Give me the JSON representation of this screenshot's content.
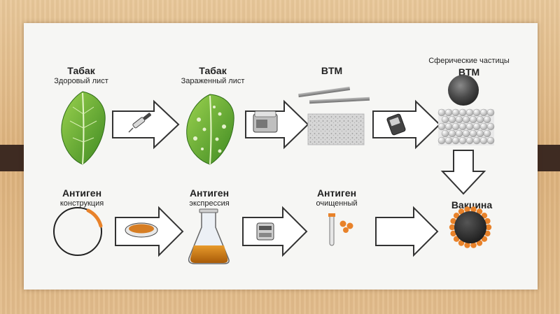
{
  "diagram": {
    "top_row": [
      {
        "title": "Табак",
        "subtitle": "Здоровый лист"
      },
      {
        "title": "Табак",
        "subtitle": "Зараженный лист"
      },
      {
        "title": "BTM",
        "subtitle": ""
      },
      {
        "title": "BTM",
        "subtitle": "Сферические частицы"
      }
    ],
    "bottom_row": [
      {
        "title": "Антиген",
        "subtitle": "конструкция"
      },
      {
        "title": "Антиген",
        "subtitle": "экспрессия"
      },
      {
        "title": "Антиген",
        "subtitle": "очищенный"
      },
      {
        "title": "Вакцина",
        "subtitle": ""
      }
    ]
  },
  "colors": {
    "arrow_fill": "#ffffff",
    "arrow_stroke": "#333333",
    "leaf_green": "#6fb33a",
    "accent_orange": "#e8822a",
    "liquid_amber": "#c7720f",
    "particle_dark": "#3a3a3a"
  }
}
